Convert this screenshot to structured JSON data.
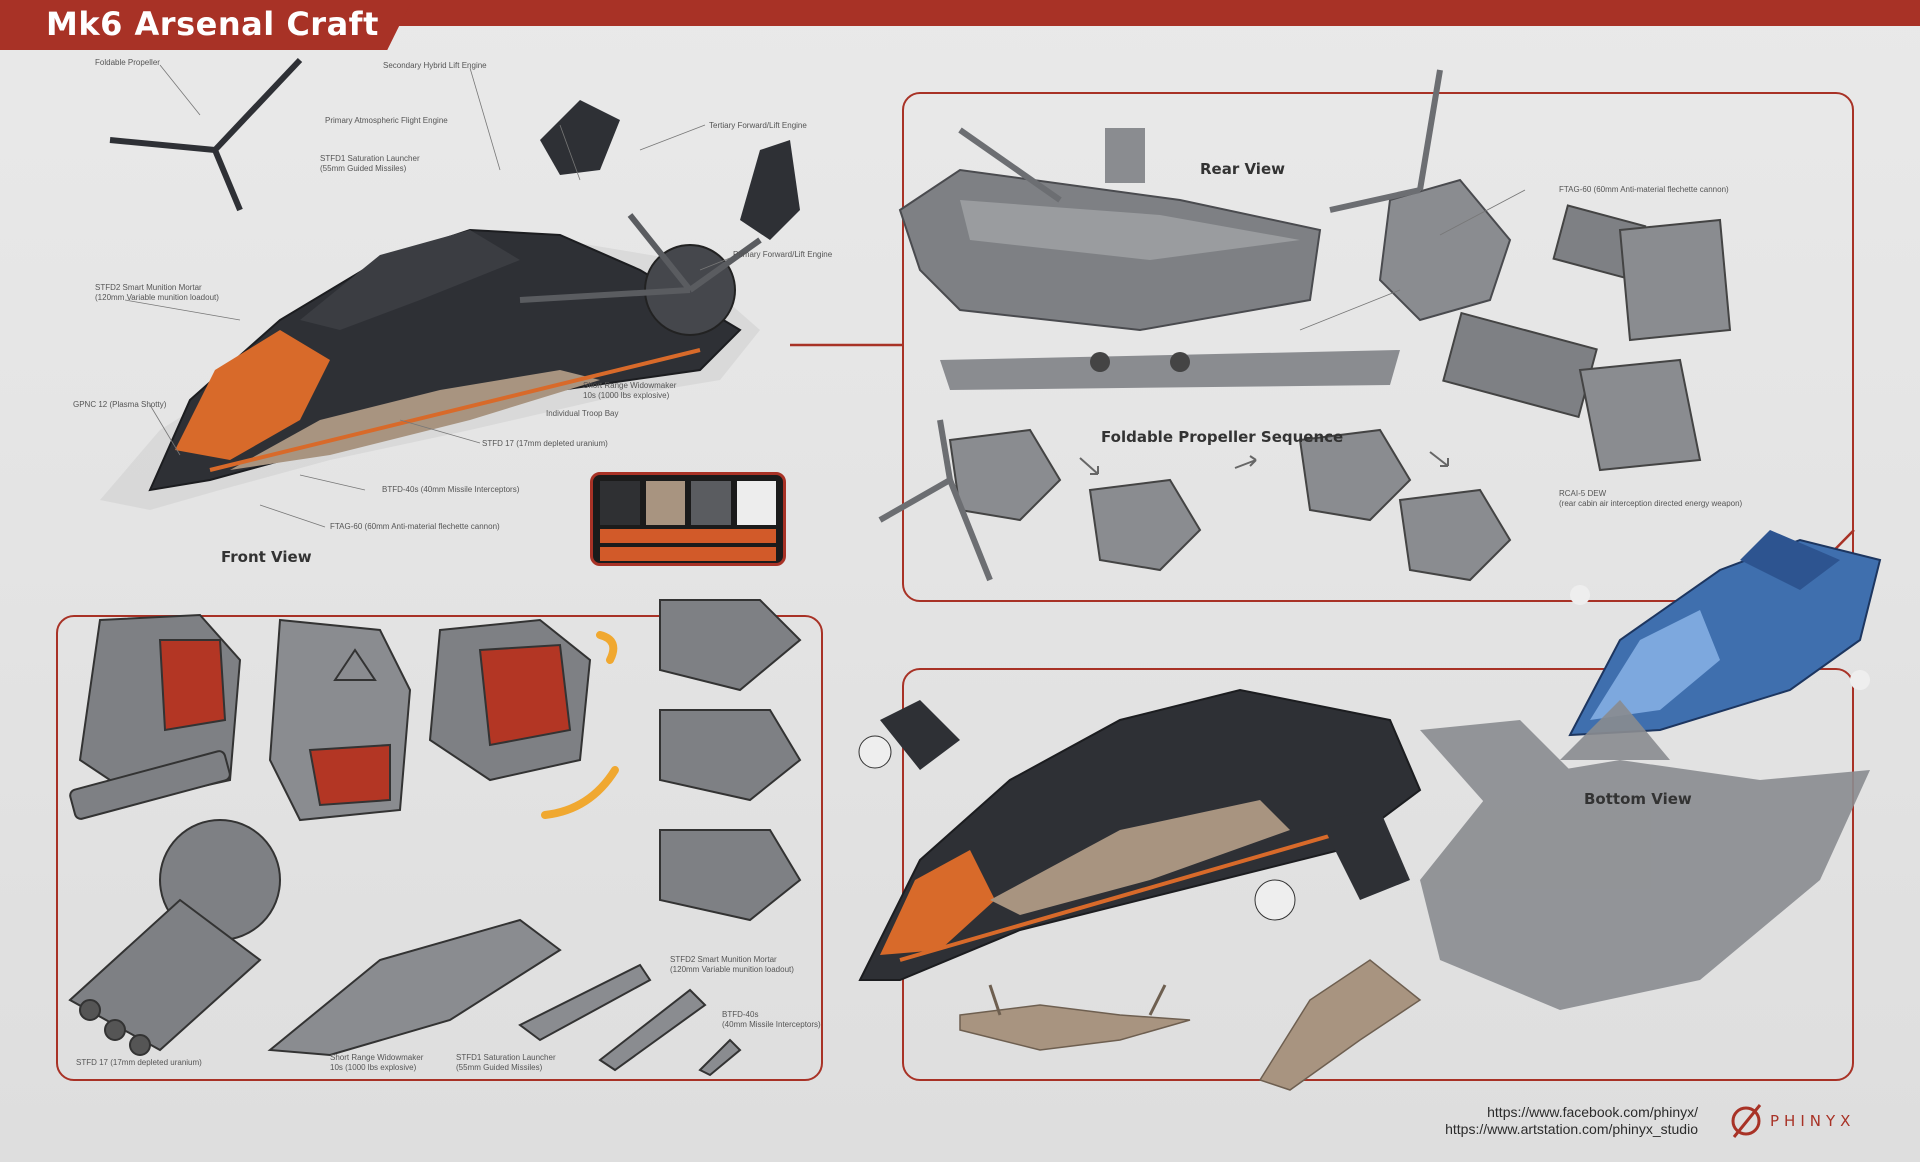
{
  "header": {
    "title": "Mk6 Arsenal Craft"
  },
  "sections": {
    "front_view": "Front View",
    "rear_view": "Rear View",
    "foldable_sequence": "Foldable Propeller Sequence",
    "bottom_view": "Bottom View"
  },
  "callouts_front": [
    "Foldable Propeller",
    "Secondary Hybrid Lift Engine",
    "Primary Atmospheric Flight Engine",
    "Tertiary Forward/Lift Engine",
    "STFD1 Saturation Launcher",
    "(55mm Guided Missiles)",
    "Primary Forward/Lift Engine",
    "STFD2 Smart Munition Mortar",
    "(120mm Variable munition loadout)",
    "Short Range Widowmaker",
    "10s (1000 lbs explosive)",
    "Individual Troop Bay",
    "GPNC 12 (Plasma Shotty)",
    "STFD 17 (17mm depleted uranium)",
    "BTFD-40s (40mm Missile Interceptors)",
    "FTAG-60 (60mm Anti-material flechette cannon)"
  ],
  "callouts_rear": [
    "FTAG-60 (60mm Anti-material flechette cannon)",
    "RCAI-5 DEW",
    "(rear cabin air interception directed energy weapon)"
  ],
  "callouts_weapons": [
    "STFD 17 (17mm depleted uranium)",
    "Short Range Widowmaker",
    "10s (1000 lbs explosive)",
    "STFD1 Saturation Launcher",
    "(55mm Guided Missiles)",
    "STFD2 Smart Munition Mortar",
    "(120mm Variable munition loadout)",
    "BTFD-40s",
    "(40mm Missile Interceptors)"
  ],
  "palette": {
    "swatches": [
      "#2f3033",
      "#a89480",
      "#5a5c60",
      "#ededed"
    ],
    "accent": "#d25a29",
    "frame": "#a83226"
  },
  "footer": {
    "facebook": "https://www.facebook.com/phinyx/",
    "artstation": "https://www.artstation.com/phinyx_studio",
    "logo_text": "PHINYX"
  },
  "icons": {
    "logo": "phinyx-slashed-circle-icon",
    "arrows": "curved-arrow-icon"
  }
}
